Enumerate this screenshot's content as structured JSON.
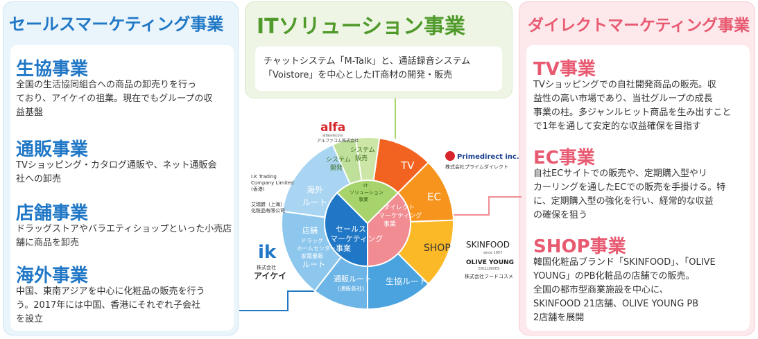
{
  "left": {
    "title": "セールスマーケティング事業",
    "sections": [
      {
        "head": "生協事業",
        "lines": [
          "全国の生活協同組合への商品の卸売りを行っ",
          "ており、アイケイの祖業。現在でもグループの収",
          "益基盤"
        ]
      },
      {
        "head": "通販事業",
        "lines": [
          "TVショッピング・カタログ通販や、ネット通販会",
          "社への卸売"
        ]
      },
      {
        "head": "店舗事業",
        "lines": [
          "ドラッグストアやバラエティショップといった小売店",
          "舗に商品を卸売"
        ]
      },
      {
        "head": "海外事業",
        "lines": [
          "中国、東南アジアを中心に化粧品の販売を行う",
          "う。2017年には中国、香港にそれぞれ子会社",
          "を設立"
        ]
      }
    ]
  },
  "middle": {
    "title": "ITソリューション事業",
    "lines": [
      "チャットシステム「M-Talk」と、通話録音システム",
      "「Voistore」を中心としたIT商材の開発・販売"
    ]
  },
  "right": {
    "title": "ダイレクトマーケティング事業",
    "sections": [
      {
        "head": "TV事業",
        "lines": [
          "TVショッピングでの自社開発商品の販売。収",
          "益性の高い市場であり、当社グループの成長",
          "事業の柱。多ジャンルヒット商品を生み出すこと",
          "で1年を通して安定的な収益確保を目指す"
        ]
      },
      {
        "head": "EC事業",
        "lines": [
          "自社ECサイトでの販売や、定期購入型やリ",
          "カーリングを通したECでの販売を手掛ける。特",
          "に、定期購入型の強化を行い、経常的な収益",
          "の確保を狙う"
        ]
      },
      {
        "head": "SHOP事業",
        "lines": [
          "韓国化粧品ブランド「SKINFOOD」、「OLIVE",
          "YOUNG」のPB化粧品の店舗での販売。",
          "全国の都市型商業施設を中心に、",
          "SKINFOOD 21店舗、OLIVE YOUNG PB",
          "2店舗を展開"
        ]
      }
    ]
  },
  "diagram": {
    "center_sales": [
      "セールス",
      "マーケティング",
      "事業"
    ],
    "center_direct": [
      "ダイレクト",
      "マーケティング",
      "事業"
    ],
    "center_it": [
      "IT",
      "ソリューション",
      "事業"
    ],
    "outer": {
      "tv": "TV",
      "ec": "EC",
      "shop": "SHOP",
      "seikyo": "生協ルート",
      "tsuhan": [
        "通販ルート",
        "(通販各社)"
      ],
      "tenpo": [
        "店舗",
        "ドラッグ",
        "ホームセンター",
        "家電量販",
        "ルート"
      ],
      "kaigai": [
        "海外",
        "ルート"
      ],
      "sys_kaihatsu": [
        "システム",
        "開発"
      ],
      "sys_hanbai": [
        "システム",
        "販売"
      ]
    },
    "logos": {
      "alfa": "alfa",
      "alfa_sub": "alfatelecom",
      "alfa_corp": "アルファコム株式会社",
      "primedirect": "Primedirect inc.",
      "primedirect_corp": "株式会社プライムダイレクト",
      "ik_trading": [
        "I.K Trading",
        "Company Limited",
        "(香港)"
      ],
      "ik_shanghai": [
        "艾瑞爵（上海）",
        "化粧品有限公司"
      ],
      "ik_mark": "ik",
      "ik_corp": "株式会社",
      "ik_name": "アイケイ",
      "skinfood": "SKINFOOD",
      "skinfood_since": "since 1957",
      "olive": "OLIVE YOUNG",
      "olive_ex": "EXCLUSIVES",
      "food_cosme": "株式会社フードコスメ"
    },
    "colors": {
      "tv": "#f26322",
      "ec": "#f7941d",
      "shop": "#fbb827",
      "direct": "#f08c92",
      "sales": "#1f77c6",
      "it": "#a6d36b",
      "seikyo": "#4aa3df",
      "tsuhan": "#6db5e6",
      "tenpo": "#8dc7ed",
      "kaigai": "#a9d5f2"
    }
  }
}
